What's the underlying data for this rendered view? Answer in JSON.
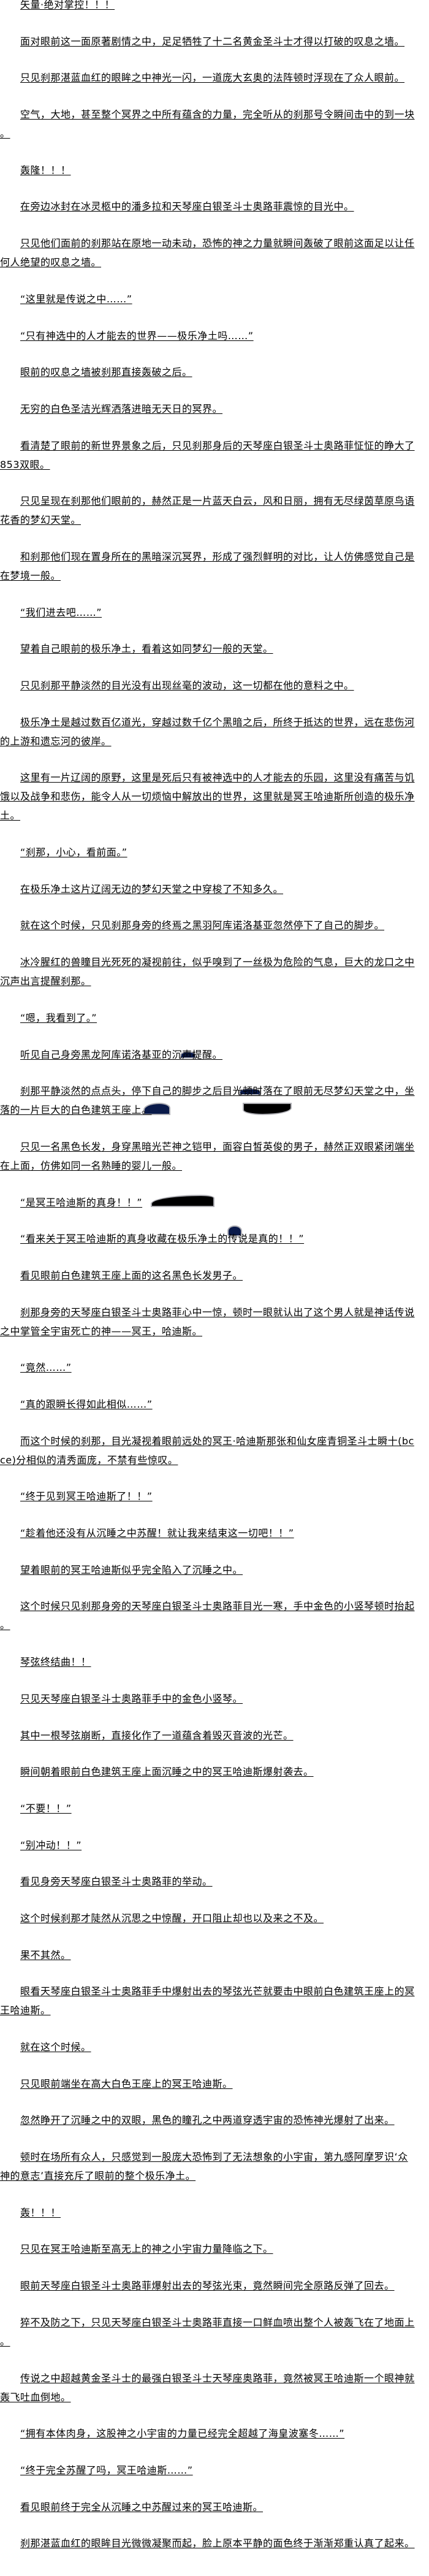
{
  "paragraphs": [
    "矢量·绝对掌控！！！",
    "面对眼前这一面原著剧情之中，足足牺牲了十二名黄金圣斗士才得以打破的叹息之墙。",
    "只见刹那湛蓝血红的眼眸之中神光一闪，一道庞大玄奥的法阵顿时浮现在了众人眼前。",
    "空气，大地，甚至整个冥界之中所有蕴含的力量，完全听从的刹那号令瞬间击中的到一块。",
    "轰隆！！！",
    "在旁边冰封在冰灵柩中的潘多拉和天琴座白银圣斗士奥路菲震惊的目光中。",
    "只见他们面前的刹那站在原地一动未动，恐怖的神之力量就瞬间轰破了眼前这面足以让任何人绝望的叹息之墙。",
    "“这里就是传说之中……”",
    "“只有神选中的人才能去的世界——极乐净土吗……”",
    "眼前的叹息之墙被刹那直接轰破之后。",
    "无穷的白色圣洁光辉洒落进暗无天日的冥界。",
    "看清楚了眼前的新世界景象之后，只见刹那身后的天琴座白银圣斗士奥路菲怔怔的睁大了853双眼。",
    "只见呈现在刹那他们眼前的，赫然正是一片蓝天白云，风和日丽，拥有无尽绿茵草原鸟语花香的梦幻天堂。",
    "和刹那他们现在置身所在的黑暗深沉冥界，形成了强烈鲜明的对比，让人仿佛感觉自己是在梦境一般。",
    "“我们进去吧……”",
    "望着自己眼前的极乐净土，看着这如同梦幻一般的天堂。",
    "只见刹那平静淡然的目光没有出现丝毫的波动，这一切都在他的意料之中。",
    "极乐净土是越过数百亿道光，穿越过数千亿个黑暗之后，所终于抵达的世界，远在悲伤河的上游和遗忘河的彼岸。",
    "这里有一片辽阔的原野，这里是死后只有被神选中的人才能去的乐园，这里没有痛苦与饥饿以及战争和悲伤，能令人从一切烦恼中解放出的世界，这里就是冥王哈迪斯所创造的极乐净土。",
    "“刹那，小心，看前面。”",
    "在极乐净土这片辽阔无边的梦幻天堂之中穿梭了不知多久。",
    "就在这个时候，只见刹那身旁的终焉之黑羽阿库诺洛基亚忽然停下了自己的脚步。",
    "冰冷腥红的兽瞳目光死死的凝视前往，似乎嗅到了一丝极为危险的气息，巨大的龙口之中沉声出言提醒刹那。",
    "“嗯，我看到了。”",
    "听见自己身旁黑龙阿库诺洛基亚的沉声提醒。",
    "刹那平静淡然的点点头，停下自己的脚步之后目光顿时落在了眼前无尽梦幻天堂之中，坐落的一片巨大的白色建筑王座上。",
    "只见一名黑色长发，身穿黑暗光芒神之铠甲，面容白皙英俊的男子，赫然正双眼紧闭端坐在上面，仿佛如同一名熟睡的婴儿一般。",
    "“是冥王哈迪斯的真身！！”",
    "“看来关于冥王哈迪斯的真身收藏在极乐净土的传说是真的！！”",
    "看见眼前白色建筑王座上面的这名黑色长发男子。",
    "刹那身旁的天琴座白银圣斗士奥路菲心中一惊，顿时一眼就认出了这个男人就是神话传说之中掌管全宇宙死亡的神——冥王，哈迪斯。",
    "“竟然……”",
    "“真的跟瞬长得如此相似……”",
    "而这个时候的刹那，目光凝视着眼前远处的冥王·哈迪斯那张和仙女座青铜圣斗士瞬十(bcce)分相似的清秀面庞，不禁有些惊叹。",
    "“终于见到冥王哈迪斯了！！”",
    "“趁着他还没有从沉睡之中苏醒！就让我来结束这一切吧！！”",
    "望着眼前的冥王哈迪斯似乎完全陷入了沉睡之中。",
    "这个时候只见刹那身旁的天琴座白银圣斗士奥路菲目光一寒，手中金色的小竖琴顿时抬起。",
    "琴弦终结曲！！",
    "只见天琴座白银圣斗士奥路菲手中的金色小竖琴。",
    "其中一根琴弦崩断，直接化作了一道蕴含着毁灭音波的光芒。",
    "瞬间朝着眼前白色建筑王座上面沉睡之中的冥王哈迪斯爆射袭去。",
    "“不要！！”",
    "“别冲动！！”",
    "看见身旁天琴座白银圣斗士奥路菲的举动。",
    "这个时候刹那才陡然从沉思之中惊醒，开口阻止却也以及来之不及。",
    "果不其然。",
    "眼看天琴座白银圣斗士奥路菲手中爆射出去的琴弦光芒就要击中眼前白色建筑王座上的冥王哈迪斯。",
    "就在这个时候。",
    "只见眼前端坐在高大白色王座上的冥王哈迪斯。",
    "忽然睁开了沉睡之中的双眼，黑色的瞳孔之中两道穿透宇宙的恐怖神光爆射了出来。",
    "顿时在场所有众人，只感觉到一股庞大恐怖到了无法想象的小宇宙，第九感阿摩罗识‘众神的意志’直接充斥了眼前的整个极乐净土。",
    "轰！！！",
    "只见在冥王哈迪斯至高无上的神之小宇宙力量降临之下。",
    "眼前天琴座白银圣斗士奥路菲爆射出去的琴弦光束，竟然瞬间完全原路反弹了回去。",
    "猝不及防之下，只见天琴座白银圣斗士奥路菲直接一口鲜血喷出整个人被轰飞在了地面上。",
    "传说之中超越黄金圣斗士的最强白银圣斗士天琴座奥路菲，竟然被冥王哈迪斯一个眼神就轰飞吐血倒地。",
    "“拥有本体肉身，这股神之小宇宙的力量已经完全超越了海皇波塞冬……”",
    "“终于完全苏醒了吗，冥王哈迪斯……”",
    "看见眼前终于完全从沉睡之中苏醒过来的冥王哈迪斯。",
    "刹那湛蓝血红的眼眸目光微微凝聚而起，脸上原本平静的面色终于渐渐郑重认真了起来。"
  ]
}
